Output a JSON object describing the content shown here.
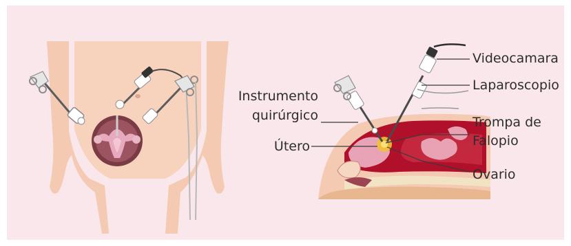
{
  "colors": {
    "panel_background": "#f9e7ec",
    "skin": "#f4cbb2",
    "uterus": "#d9a0b2",
    "blood_tissue": "#b0102a",
    "instrument": "#6b6b6b",
    "leader_line": "#3a3a3a"
  },
  "labels": {
    "videocamara": "Videocamara",
    "laparoscopio": "Laparoscopio",
    "instrumento_line1": "Instrumento",
    "instrumento_line2": "quirúrgico",
    "trompa_line1": "Trompa de",
    "trompa_line2": "Falopio",
    "utero": "Útero",
    "ovario": "Ovario"
  },
  "icons": {
    "left_figure": "front-body-laparoscopy-illustration",
    "right_figure": "sagittal-section-laparoscopy-illustration"
  }
}
